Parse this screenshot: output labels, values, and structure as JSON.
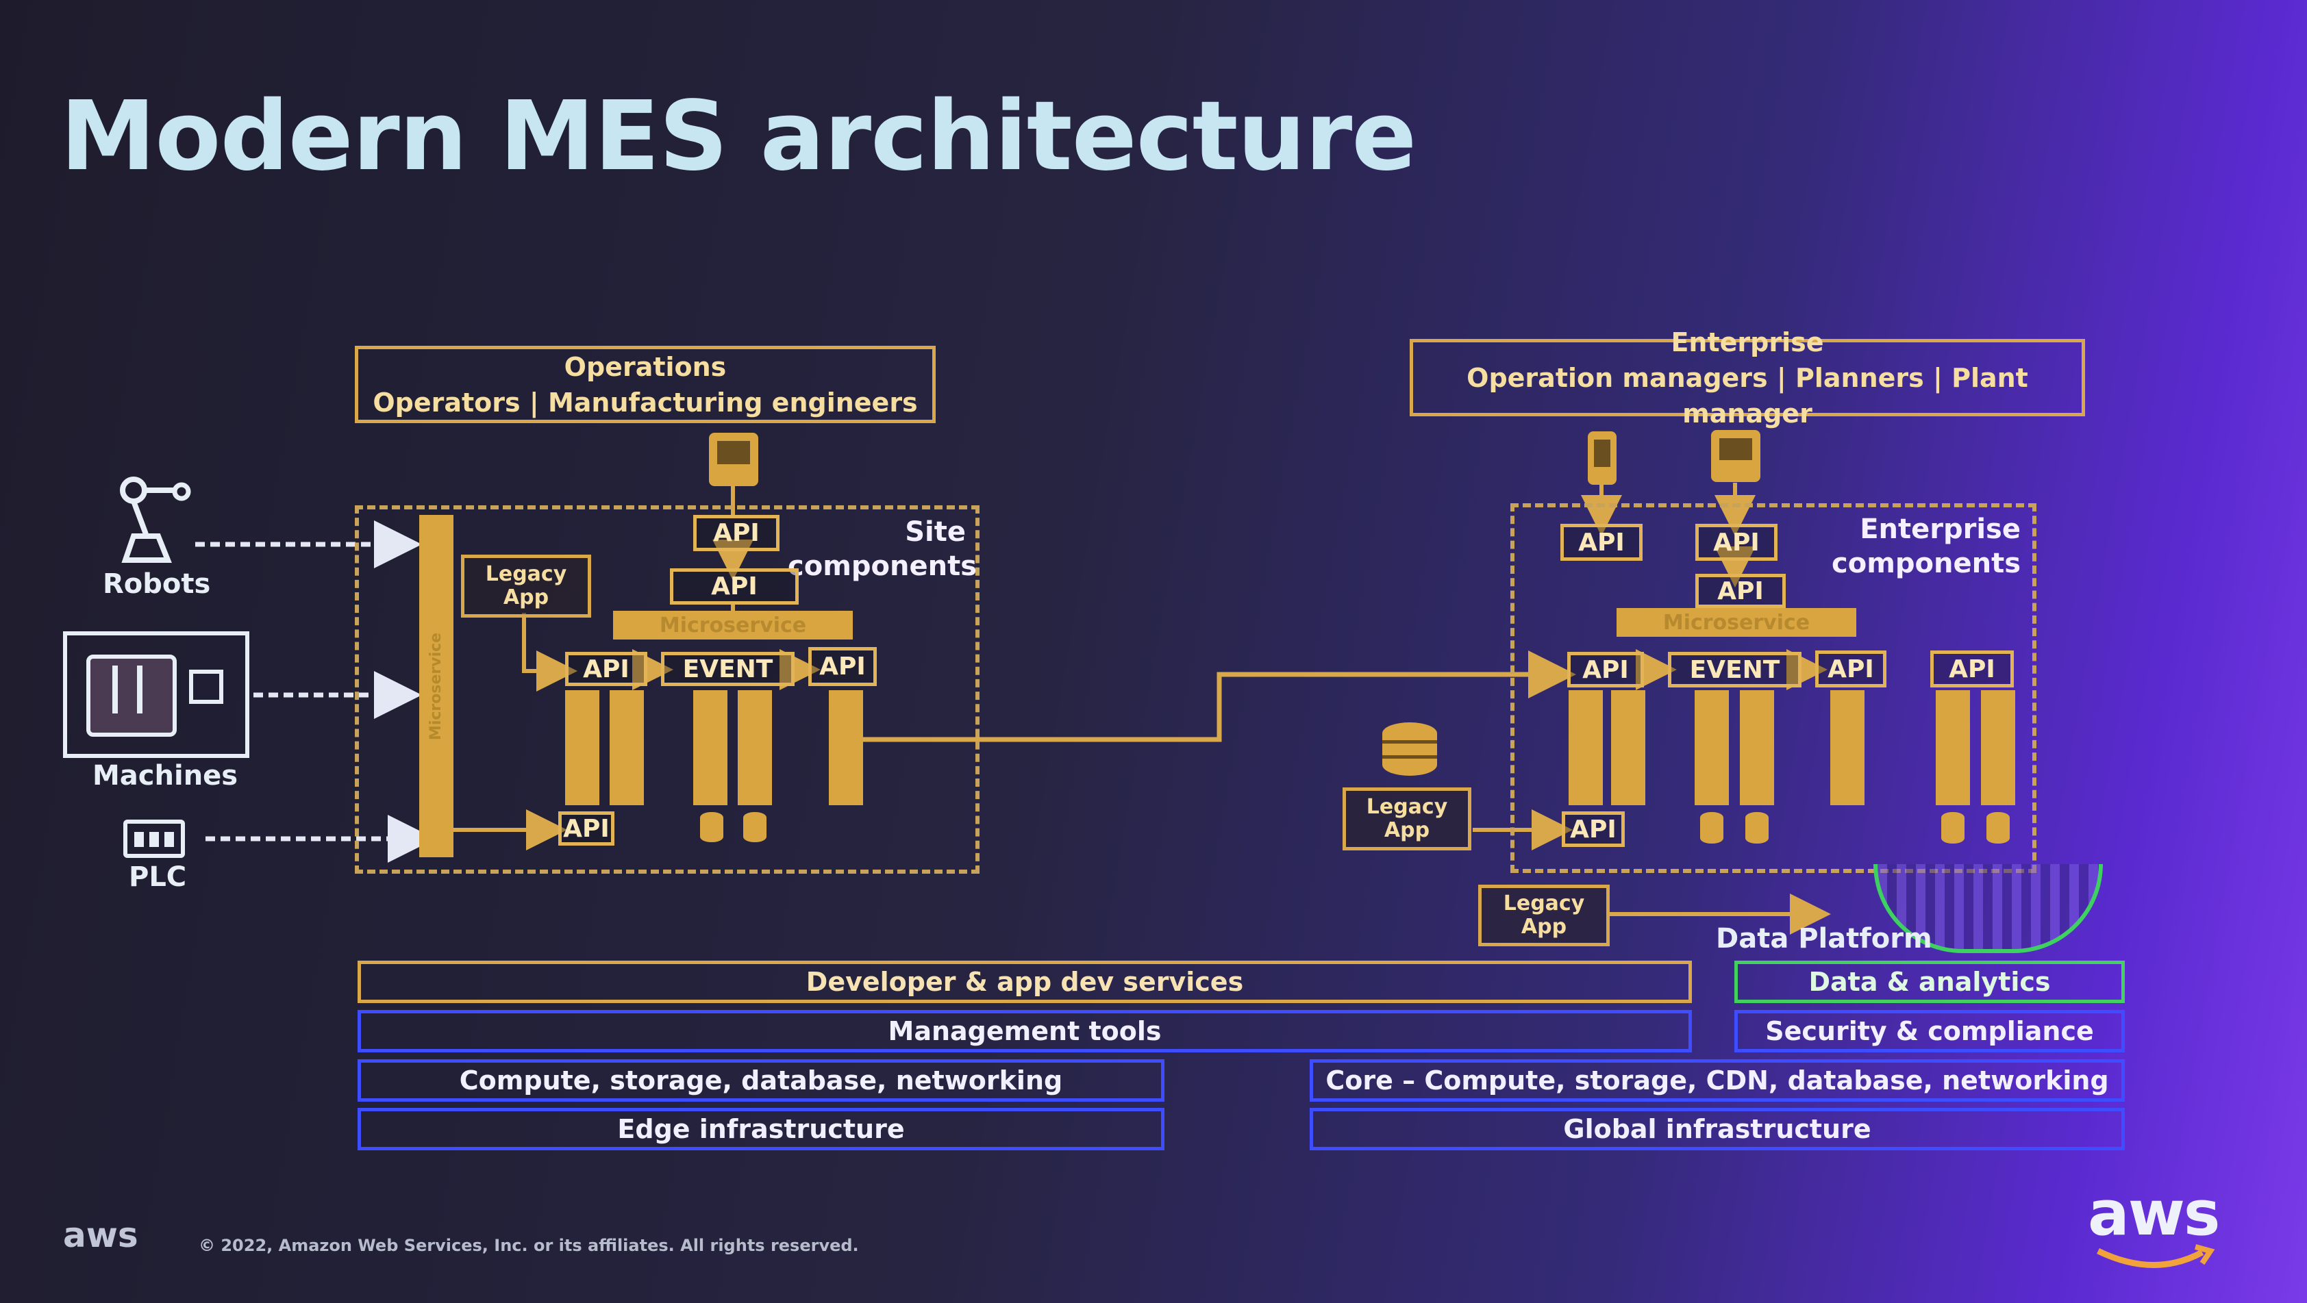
{
  "slide": {
    "title": "Modern MES architecture",
    "footer": "© 2022, Amazon Web Services, Inc. or its affiliates. All rights reserved.",
    "aws_logo_small": "aws",
    "aws_logo_big": "aws"
  },
  "operations": {
    "title": "Operations",
    "subtitle": "Operators | Manufacturing engineers"
  },
  "enterprise": {
    "title": "Enterprise",
    "subtitle": "Operation managers | Planners | Plant manager"
  },
  "devices": {
    "robots": "Robots",
    "machines": "Machines",
    "plc": "PLC"
  },
  "site": {
    "components_label": "Site components",
    "microservice_vertical": "Microservice",
    "microservice_bar": "Microservice",
    "legacy_app": "Legacy App",
    "api": "API",
    "event": "EVENT"
  },
  "enterprise_components": {
    "label": "Enterprise components",
    "microservice_bar": "Microservice",
    "legacy_app": "Legacy App",
    "api": "API",
    "event": "EVENT"
  },
  "data_platform": "Data Platform",
  "layers": {
    "dev_services": "Developer & app dev services",
    "management_tools": "Management tools",
    "compute_edge": "Compute, storage, database, networking",
    "edge_infra": "Edge infrastructure",
    "data_analytics": "Data & analytics",
    "security": "Security & compliance",
    "core": "Core – Compute, storage, CDN, database, networking",
    "global_infra": "Global infrastructure"
  }
}
